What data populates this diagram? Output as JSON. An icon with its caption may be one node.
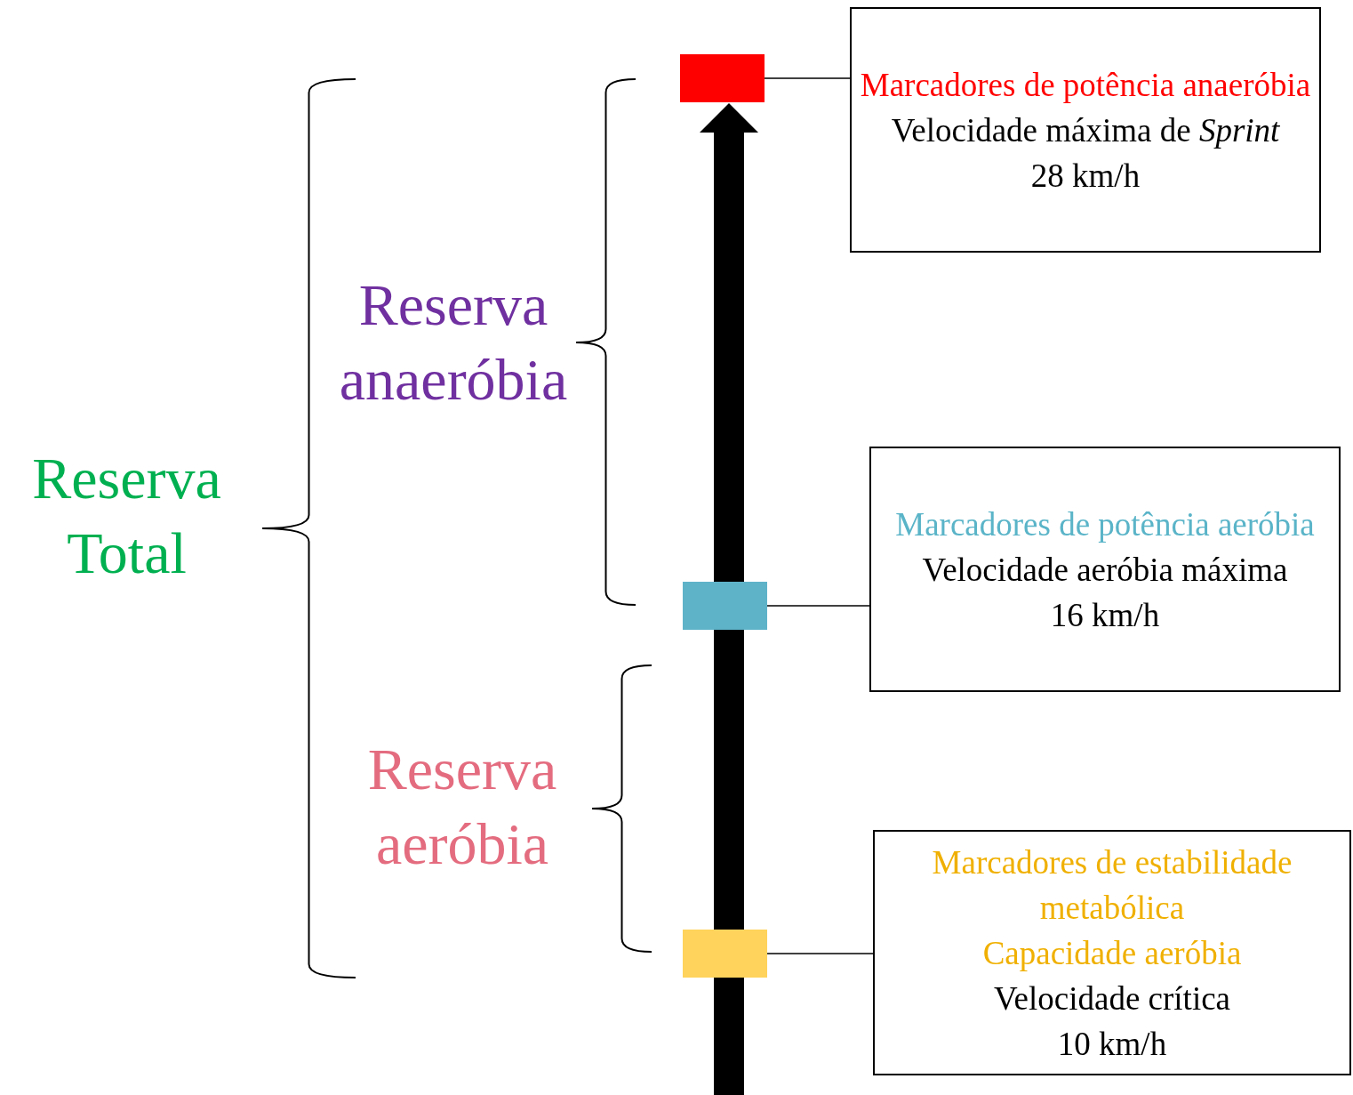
{
  "diagram": {
    "nodes": [
      {
        "text": [
          "Reserva Total"
        ]
      },
      {
        "text": [
          "Reserva anaeróbia"
        ]
      },
      {
        "text": [
          "Reserva aeróbia"
        ]
      },
      {
        "text": [],
        "shape": "box"
      },
      {
        "text": [
          "Marcadores de potência anaeróbia",
          "Velocidade máxima de *Sprint*",
          "28 km/h"
        ]
      },
      {
        "text": [],
        "shape": "box"
      },
      {
        "text": [
          "Marcadores de potência aeróbia",
          "Velocidade aeróbia máxima",
          "16 km/h"
        ]
      },
      {
        "text": [],
        "shape": "box"
      },
      {
        "text": [
          "Marcadores de estabilidade metabólica",
          "Capacidade aeróbia",
          "Velocidade crítica",
          "10 km/h"
        ]
      }
    ],
    "edges": [
      {
        "from": 3,
        "to": 4,
        "arrow": "none"
      },
      {
        "from": 5,
        "to": 6,
        "arrow": "none"
      },
      {
        "from": 7,
        "to": 8,
        "arrow": "none"
      }
    ]
  }
}
